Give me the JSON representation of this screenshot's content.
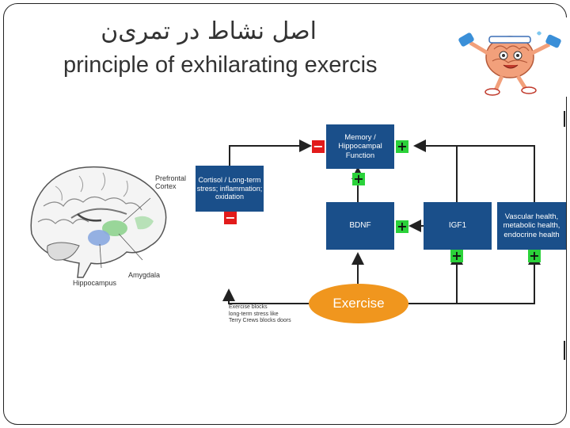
{
  "slide": {
    "title_fa": "اصل نشاط در تمری‌ن",
    "title_en": "principle of exhilarating exercis"
  },
  "diagram": {
    "boxes": {
      "memory": "Memory / Hippocampal Function",
      "cortisol": "Cortisol / Long-term stress; inflammation; oxidation",
      "bdnf": "BDNF",
      "igf1": "IGF1",
      "vascular": "Vascular health, metabolic health, endocrine health"
    },
    "exercise_label": "Exercise",
    "caption": [
      "Exercise blocks",
      "long-term stress like",
      "Terry Crews blocks doors"
    ],
    "signs": {
      "plus": "+",
      "minus": "−"
    },
    "brain_labels": {
      "prefrontal": "Prefrontal Cortex",
      "amygdala": "Amygdala",
      "hippocampus": "Hippocampus"
    },
    "colors": {
      "box": "#1a4f8a",
      "plus": "#2bd23a",
      "minus": "#e21b1b",
      "exercise": "#f0961e"
    }
  }
}
